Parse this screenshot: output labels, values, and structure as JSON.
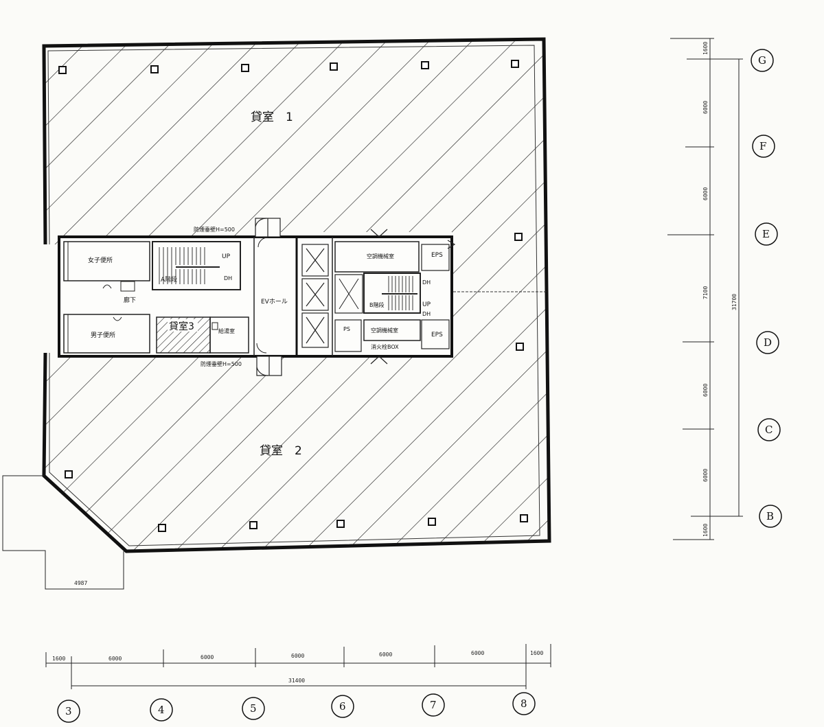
{
  "rooms": {
    "rental1": "貸室　1",
    "rental2": "貸室　2",
    "rental3": "貸室3",
    "womens_toilet": "女子便所",
    "mens_toilet": "男子便所",
    "corridor": "廊下",
    "elevator_hall": "EVホール",
    "ac_machine_room_1": "空調機械室",
    "ac_machine_room_2": "空調機械室",
    "pipe_shaft": "PS",
    "hot_water_room": "給湯室",
    "eps_upper": "EPS",
    "eps_lower": "EPS",
    "stair_label_left": "A階段",
    "stair_label_right": "B階段",
    "up_left": "UP",
    "up_right": "UP",
    "dh_left": "DH",
    "dh_right_top": "DH",
    "dh_right_bottom": "DH",
    "fire_box": "消火栓BOX",
    "smoke_wall_top": "防煙垂壁H=500",
    "smoke_wall_bottom": "防煙垂壁H=500"
  },
  "dimensions": {
    "horizontal_spans": [
      "1600",
      "6000",
      "6000",
      "6000",
      "6000",
      "6000",
      "1600"
    ],
    "horizontal_total": "31400",
    "vertical_spans": [
      "1600",
      "6000",
      "6000",
      "7100",
      "6000",
      "6000",
      "1600"
    ],
    "vertical_total": "31700",
    "corner_offset": "4987"
  },
  "grid_lines": {
    "columns": [
      "3",
      "4",
      "5",
      "6",
      "7",
      "8"
    ],
    "rows": [
      "G",
      "F",
      "E",
      "D",
      "C",
      "B"
    ]
  }
}
